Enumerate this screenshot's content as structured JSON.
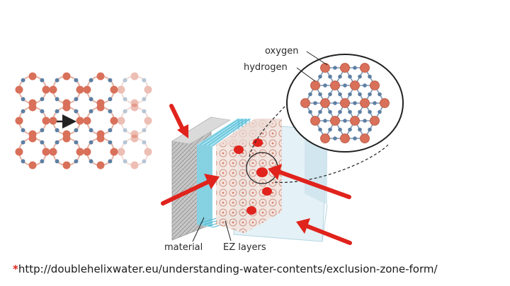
{
  "diagram": {
    "labels": {
      "oxygen": "oxygen",
      "hydrogen": "hydrogen",
      "material": "material",
      "ez_layers": "EZ layers"
    },
    "footnote": {
      "marker": "*",
      "source_url": "http://doublehelixwater.eu/understanding-water-contents/exclusion-zone-form/"
    },
    "colors": {
      "oxygen_atom": "#d9705a",
      "hydrogen_atom": "#5d7fa3",
      "highlight_red": "#e0231c",
      "ez_layer_blue": "#7fd3e6",
      "water_block": "#dfeff5",
      "material_grey": "#b8b8b8"
    },
    "icons": [
      "arrow-right-icon",
      "red-pointer-arrow-icon"
    ]
  }
}
